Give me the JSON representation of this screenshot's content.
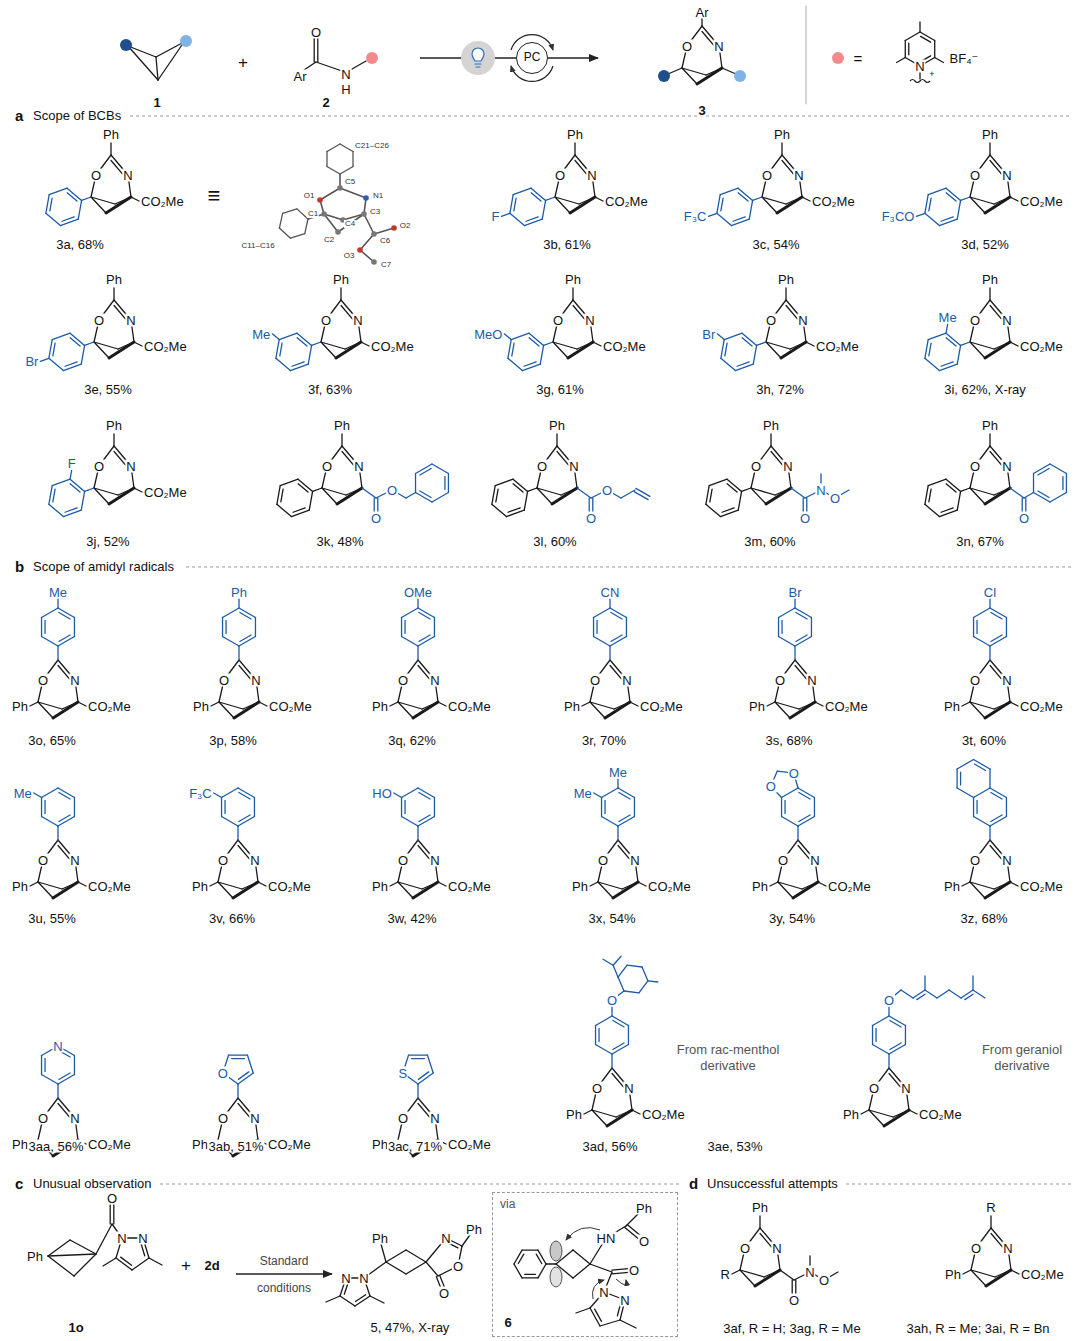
{
  "diagram": {
    "nodes": [
      {
        "text": [
          "PC"
        ]
      },
      {
        "text": [
          "via"
        ]
      }
    ],
    "labels": [
      "O",
      "Ar",
      "N",
      "H",
      "Ar",
      "O",
      "N",
      "=",
      "N",
      "+",
      "BF₄⁻",
      "1",
      "+",
      "2",
      "3",
      "a",
      "Scope of BCBs",
      "Ph",
      "O",
      "N",
      "CO₂Me",
      "3a, 68%",
      "≡",
      "C21–C26",
      "O1",
      "C5",
      "N1",
      "C1",
      "C4",
      "C3",
      "C2",
      "C6",
      "O2",
      "O3",
      "C7",
      "C11–C16",
      "Ph",
      "O",
      "N",
      "F",
      "CO₂Me",
      "3b, 61%",
      "Ph",
      "O",
      "N",
      "F₃C",
      "CO₂Me",
      "3c, 54%",
      "Ph",
      "O",
      "N",
      "F₃CO",
      "CO₂Me",
      "3d, 52%",
      "Ph",
      "O",
      "N",
      "Br",
      "CO₂Me",
      "3e, 55%",
      "Ph",
      "O",
      "N",
      "Me",
      "CO₂Me",
      "3f, 63%",
      "Ph",
      "O",
      "N",
      "MeO",
      "CO₂Me",
      "3g, 61%",
      "Ph",
      "O",
      "N",
      "Br",
      "CO₂Me",
      "3h, 72%",
      "Ph",
      "O",
      "N",
      "Me",
      "CO₂Me",
      "3i, 62%, X-ray",
      "Ph",
      "O",
      "N",
      "F",
      "CO₂Me",
      "3j, 52%",
      "Ph",
      "O",
      "N",
      "O",
      "O",
      "3k, 48%",
      "Ph",
      "O",
      "N",
      "O",
      "O",
      "3l, 60%",
      "Ph",
      "O",
      "N",
      "N",
      "O",
      "O",
      "3m, 60%",
      "Ph",
      "O",
      "N",
      "O",
      "3n, 67%",
      "b",
      "Scope of amidyl radicals",
      "Me",
      "O",
      "N",
      "Ph",
      "CO₂Me",
      "3o, 65%",
      "Ph",
      "O",
      "N",
      "Ph",
      "CO₂Me",
      "3p, 58%",
      "OMe",
      "O",
      "N",
      "Ph",
      "CO₂Me",
      "3q, 62%",
      "CN",
      "O",
      "N",
      "Ph",
      "CO₂Me",
      "3r, 70%",
      "Br",
      "O",
      "N",
      "Ph",
      "CO₂Me",
      "3s, 68%",
      "Cl",
      "O",
      "N",
      "Ph",
      "CO₂Me",
      "3t, 60%",
      "Me",
      "O",
      "N",
      "Ph",
      "CO₂Me",
      "3u, 55%",
      "F₃C",
      "O",
      "N",
      "Ph",
      "CO₂Me",
      "3v, 66%",
      "HO",
      "O",
      "N",
      "Ph",
      "CO₂Me",
      "3w, 42%",
      "Me",
      "Me",
      "O",
      "N",
      "Ph",
      "CO₂Me",
      "3x, 54%",
      "O",
      "O",
      "O",
      "N",
      "Ph",
      "CO₂Me",
      "3y, 54%",
      "O",
      "N",
      "Ph",
      "CO₂Me",
      "3z, 68%",
      "N",
      "O",
      "N",
      "Ph",
      "CO₂Me",
      "3aa, 56%",
      "O",
      "O",
      "N",
      "Ph",
      "CO₂Me",
      "3ab, 51%",
      "S",
      "O",
      "N",
      "Ph",
      "CO₂Me",
      "3ac, 71%",
      "O",
      "O",
      "N",
      "Ph",
      "CO₂Me",
      "3ad, 56%",
      "From rac-menthol derivative",
      "O",
      "O",
      "N",
      "Ph",
      "CO₂Me",
      "3ae, 53%",
      "From geraniol derivative",
      "c",
      "Unusual observation",
      "Ph",
      "O",
      "N",
      "N",
      "1o",
      "+",
      "2d",
      "Standard",
      "conditions",
      "Ph",
      "Ph",
      "N",
      "O",
      "N",
      "N",
      "O",
      "5, 47%, X-ray",
      "Ph",
      "HN",
      "O",
      "O",
      "N",
      "N",
      "6",
      "d",
      "Unsuccessful attempts",
      "Ph",
      "O",
      "N",
      "R",
      "N",
      "O",
      "O",
      "3af, R = H; 3ag, R = Me",
      "R",
      "O",
      "N",
      "Ph",
      "CO₂Me",
      "3ah, R = Me; 3ai, R = Bn"
    ]
  }
}
